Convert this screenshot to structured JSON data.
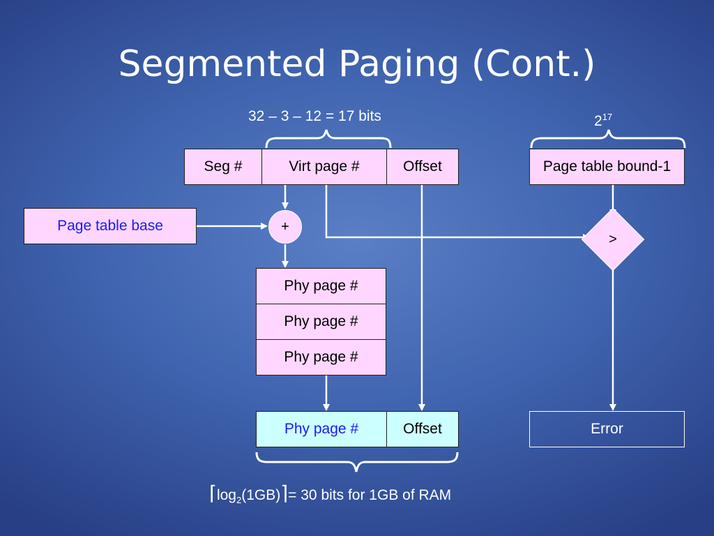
{
  "title": "Segmented Paging (Cont.)",
  "annotations": {
    "bits_calc": "32 – 3 – 12 = 17 bits",
    "bound_base": "2",
    "bound_exp": "17",
    "ceil_open": "⌈",
    "log_text": "log",
    "log_sub": "2",
    "log_arg": "(1GB)",
    "ceil_close": "⌉",
    "ram_text": "= 30 bits for 1GB of RAM"
  },
  "virtual_address": {
    "seg": "Seg #",
    "virt_page": "Virt page #",
    "offset": "Offset"
  },
  "page_table_base": "Page table base",
  "adder": "+",
  "page_table_bound": "Page table bound-1",
  "comparator": ">",
  "page_table_entries": [
    "Phy page #",
    "Phy page #",
    "Phy page #"
  ],
  "physical_address": {
    "phy_page": "Phy page #",
    "offset": "Offset"
  },
  "error": "Error"
}
